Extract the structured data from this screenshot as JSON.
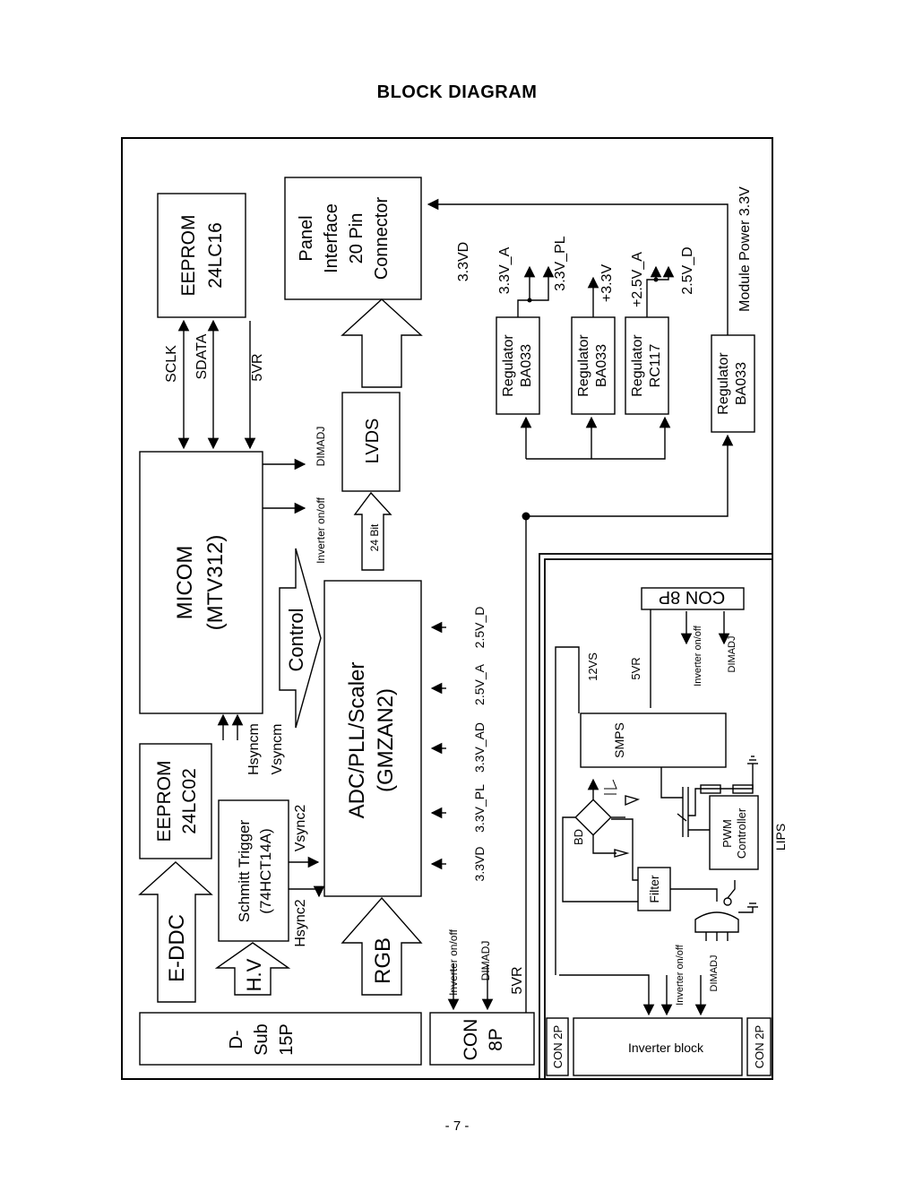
{
  "page": {
    "title": "BLOCK DIAGRAM",
    "page_number": "- 7 -"
  },
  "blocks": {
    "eeprom_top": [
      "EEPROM",
      "24LC16"
    ],
    "panel": [
      "Panel",
      "Interface",
      "20 Pin",
      "Connector"
    ],
    "micom": [
      "MICOM",
      "(MTV312)"
    ],
    "lvds": "LVDS",
    "adc": [
      "ADC/PLL/Scaler",
      "(GMZAN2)"
    ],
    "eeprom_bottom": [
      "EEPROM",
      "24LC02"
    ],
    "schmitt": [
      "Schmitt Trigger",
      "(74HCT14A)"
    ],
    "dsub": [
      "D-",
      "Sub",
      "15P"
    ],
    "con8p_left": [
      "CON",
      "8P"
    ],
    "reg1": [
      "Regulator",
      "BA033"
    ],
    "reg2": [
      "Regulator",
      "BA033"
    ],
    "reg3": [
      "Regulator",
      "RC117"
    ],
    "reg4": [
      "Regulator",
      "BA033"
    ],
    "smps": "SMPS",
    "pwm": [
      "PWM",
      "Controller"
    ],
    "filter": "Filter",
    "inverter_block": "Inverter block",
    "con2p_left": "CON 2P",
    "con2p_right": "CON 2P",
    "con8p_lips": "CON 8P",
    "lips": "LIPS"
  },
  "arrows": {
    "edc": "E-DDC",
    "hv": "H.V",
    "rgb": "RGB",
    "control": "Control",
    "bit24": "24 Bit"
  },
  "signals": {
    "sclk": "SCLK",
    "sdata": "SDATA",
    "vr5_top": "5VR",
    "dimadj": "DIMADJ",
    "inverter": "Inverter on/off",
    "hsyncm": "Hsyncm",
    "vsyncm": "Vsyncm",
    "vsync2": "Vsync2",
    "hsync2": "Hsync2",
    "v33vd": "3.3VD",
    "v33a": "3.3V_A",
    "v33pl": "3.3V_PL",
    "v33": "+3.3V",
    "v25a": "+2.5V_A",
    "v25d": "2.5V_D",
    "module_power": "Module Power 3.3V",
    "adc_v": [
      "3.3VD",
      "3.3V_PL",
      "3.3V_AD",
      "2.5V_A",
      "2.5V_D"
    ],
    "con8p_inverter": "Inverter on/off",
    "con8p_dimadj": "DIMADJ",
    "vr5_bottom": "5VR",
    "lips_inverter": "Inverter on/off",
    "lips_dimadj": "DIMADJ",
    "v12vs": "12VS",
    "vr5_lips": "5VR",
    "bd": "BD",
    "inv_inverter": "Inverter on/off",
    "inv_dimadj": "DIMADJ"
  }
}
